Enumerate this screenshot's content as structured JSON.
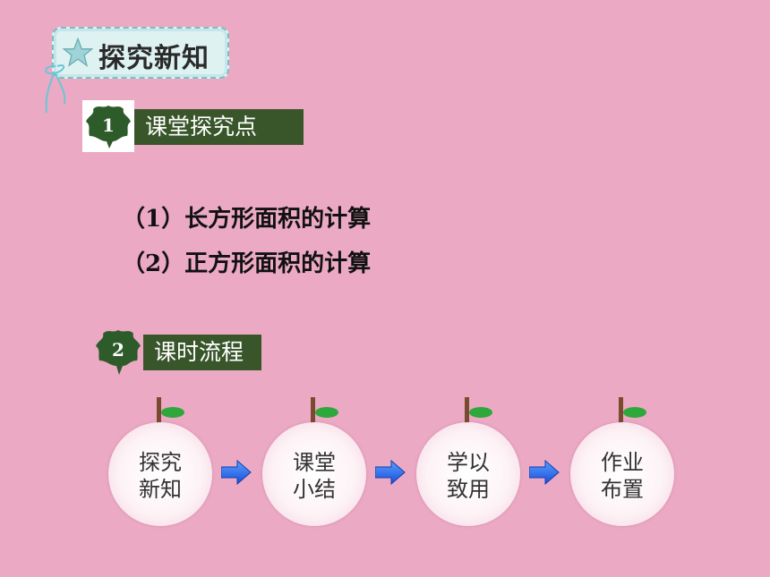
{
  "header": {
    "badge_text": "探究新知"
  },
  "sections": [
    {
      "number": "1",
      "title": "课堂探究点"
    },
    {
      "number": "2",
      "title": "课时流程"
    }
  ],
  "items": [
    "（1）长方形面积的计算",
    "（2）正方形面积的计算"
  ],
  "flow": [
    {
      "line1": "探究",
      "line2": "新知"
    },
    {
      "line1": "课堂",
      "line2": "小结"
    },
    {
      "line1": "学以",
      "line2": "致用"
    },
    {
      "line1": "作业",
      "line2": "布置"
    }
  ],
  "colors": {
    "background": "#eba9c4",
    "section_bar": "#39562b",
    "leaf": "#2e5b2a",
    "arrow": "#1a4ed8"
  }
}
